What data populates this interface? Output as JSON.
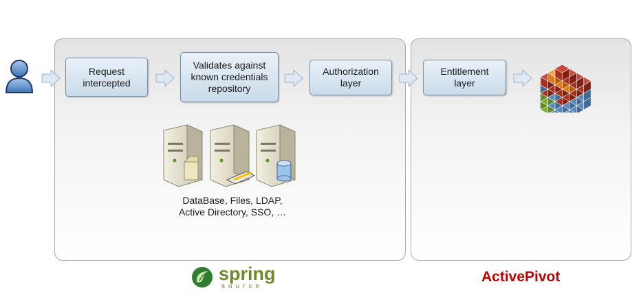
{
  "steps": {
    "request": "Request\nintercepted",
    "validate": "Validates against\nknown credentials\nrepository",
    "authorization": "Authorization\nlayer",
    "entitlement": "Entitlement\nlayer"
  },
  "repositories": {
    "caption": "DataBase, Files, LDAP,\nActive Directory, SSO, …"
  },
  "brands": {
    "spring_name": "spring",
    "spring_sub": "source",
    "activepivot": "ActivePivot"
  },
  "icons": [
    "user-icon",
    "arrow-icon",
    "server-icon",
    "cube-icon",
    "spring-logo-icon"
  ],
  "colors": {
    "box_fill": "#c9dbea",
    "arrow_fill": "#dde8f3",
    "activepivot_red": "#c00000",
    "spring_green": "#6b8a2c"
  }
}
